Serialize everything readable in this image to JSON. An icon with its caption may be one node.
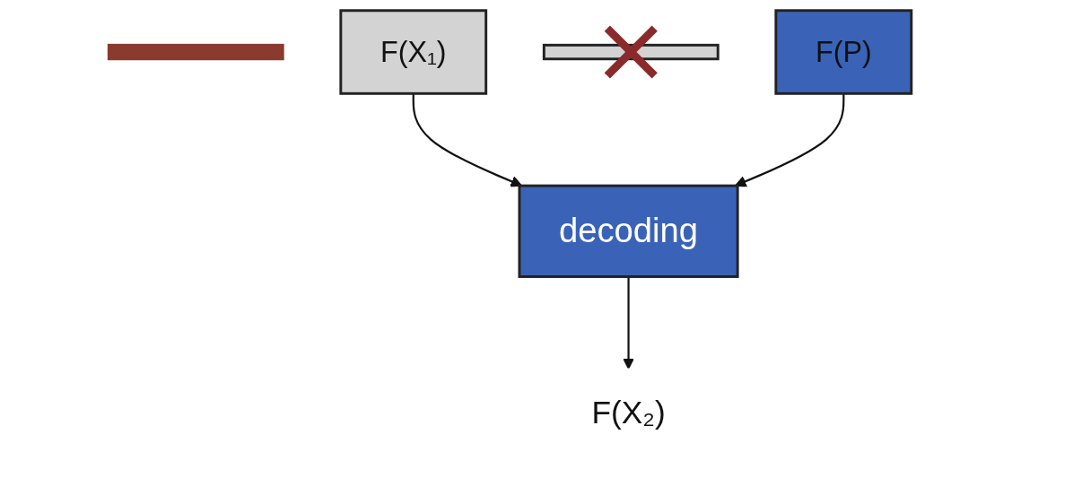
{
  "diagram": {
    "nodes": [
      {
        "text": [],
        "shape": "bar"
      },
      {
        "text": [
          "F(X₁)"
        ]
      },
      {
        "text": [],
        "shape": "bar"
      },
      {
        "text": [
          "F(P)"
        ]
      },
      {
        "text": [
          "decoding"
        ]
      },
      {
        "text": [
          "F(X₂)"
        ]
      }
    ],
    "edges": [
      {
        "from": 1,
        "to": 4,
        "arrow": "to"
      },
      {
        "from": 3,
        "to": 4,
        "arrow": "to"
      },
      {
        "from": 4,
        "to": 5,
        "arrow": "to"
      }
    ]
  }
}
